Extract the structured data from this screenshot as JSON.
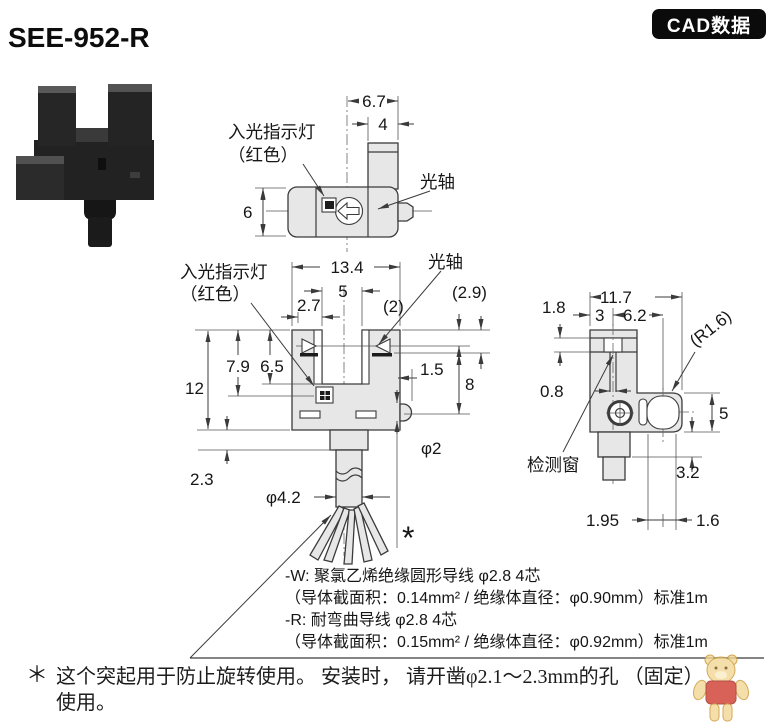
{
  "header": {
    "title": "SEE-952-R",
    "badge": "CAD数据"
  },
  "drawing": {
    "labels": {
      "light_indicator_line1": "入光指示灯",
      "light_indicator_line2": "（红色）",
      "optical_axis": "光轴",
      "detection_window": "检测窗",
      "asterisk": "*"
    },
    "top_view": {
      "width": "6.7",
      "tube": "4",
      "depth": "6"
    },
    "front_view": {
      "width": "13.4",
      "slot": "5",
      "led_offset": "2.7",
      "axis_offset": "(2)",
      "bar_offset": "(2.9)",
      "led_depth": "7.9",
      "slot_depth": "6.5",
      "height": "12",
      "knob_offset": "1.5",
      "knob_drop": "8",
      "collar": "2.3",
      "knob_dia": "φ2",
      "cable_dia": "φ4.2"
    },
    "side_view": {
      "width": "11.7",
      "window_h": "1.8",
      "window_x": "3",
      "hole_x": "6.2",
      "radius": "(R1.6)",
      "slit": "0.8",
      "arm_h": "5",
      "collar_h": "3.2",
      "hole_l": "1.95",
      "hole_r": "1.6"
    }
  },
  "cable_spec": {
    "lines": [
      "-W: 聚氯乙烯绝缘圆形导线 φ2.8 4芯",
      "（导体截面积：0.14mm² / 绝缘体直径：φ0.90mm）标准1m",
      "-R: 耐弯曲导线 φ2.8 4芯",
      "（导体截面积：0.15mm² / 绝缘体直径：φ0.92mm）标准1m"
    ]
  },
  "note": {
    "marker": "＊",
    "line1": "这个突起用于防止旋转使用。 安装时， 请开凿φ2.1～2.3mm的孔 （固定）",
    "line2": "使用。"
  }
}
